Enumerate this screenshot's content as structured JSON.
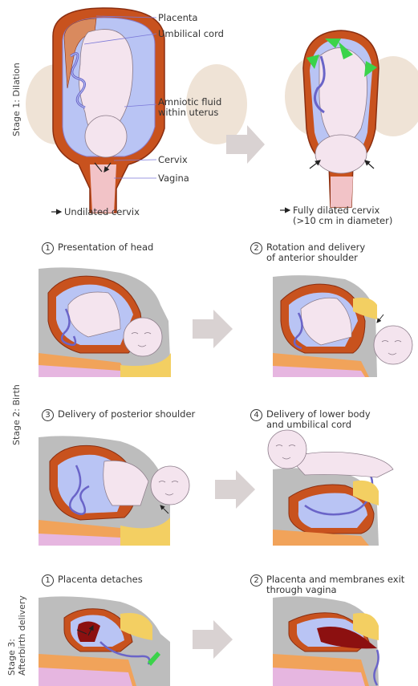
{
  "stage_labels": {
    "dilation": "Stage 1: Dilation",
    "birth": "Stage 2: Birth",
    "afterbirth_line1": "Stage 3:",
    "afterbirth_line2": "Afterbirth delivery"
  },
  "stage1_labels": {
    "placenta": "Placenta",
    "umbilical_cord": "Umbilical cord",
    "amniotic_line1": "Amniotic fluid",
    "amniotic_line2": "within uterus",
    "cervix": "Cervix",
    "vagina": "Vagina",
    "undilated": "Undilated cervix",
    "dilated_line1": "Fully dilated cervix",
    "dilated_line2": "(>10 cm in diameter)"
  },
  "birth_steps": [
    {
      "num": "1",
      "line1": "Presentation of head",
      "line2": ""
    },
    {
      "num": "2",
      "line1": "Rotation and delivery",
      "line2": "of anterior shoulder"
    },
    {
      "num": "3",
      "line1": "Delivery of posterior shoulder",
      "line2": ""
    },
    {
      "num": "4",
      "line1": "Delivery of lower body",
      "line2": "and umbilical cord"
    }
  ],
  "afterbirth_steps": [
    {
      "num": "1",
      "line1": "Placenta detaches",
      "line2": ""
    },
    {
      "num": "2",
      "line1": "Placenta and membranes exit",
      "line2": "through vagina"
    }
  ],
  "colors": {
    "uterus_wall": "#c8521e",
    "uterus_outline": "#8a2e10",
    "amniotic": "#b9c4f4",
    "fetus_skin": "#f4e4ee",
    "cord": "#6a64c8",
    "pelvis": "#efe3d6",
    "spine_orange": "#f1a35a",
    "spine_pink": "#e6b6e0",
    "abdomen_gray": "#bdbdbd",
    "fat_yellow": "#f3cf62",
    "arrow_gray": "#d9d2d2",
    "contraction_green": "#3bd34a",
    "placenta_dark": "#8c1010"
  }
}
